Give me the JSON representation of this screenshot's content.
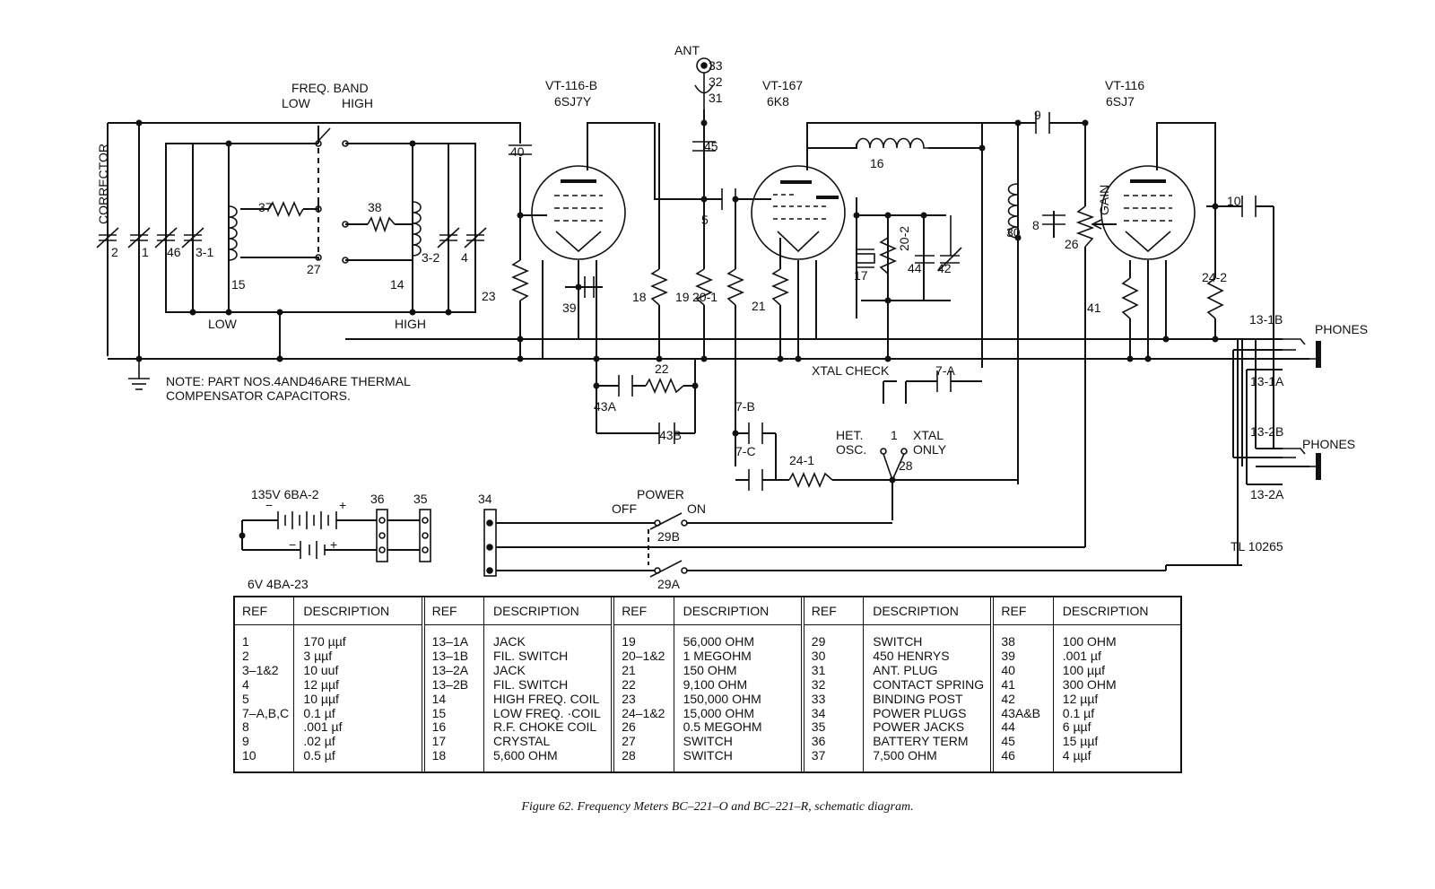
{
  "labels": {
    "corrector": "CORRECTOR",
    "freq_band": "FREQ. BAND",
    "low_sw": "LOW",
    "high_sw": "HIGH",
    "low_bus": "LOW",
    "high_bus": "HIGH",
    "ant": "ANT",
    "vt116b": "VT-116-B",
    "sj7y": "6SJ7Y",
    "vt167": "VT-167",
    "k8": "6K8",
    "vt116": "VT-116",
    "sj7": "6SJ7",
    "gain": "GAIN",
    "xtal_check": "XTAL CHECK",
    "het_osc": "HET.",
    "osc": "OSC.",
    "xtal": "XTAL",
    "only": "ONLY",
    "power": "POWER",
    "off": "OFF",
    "on": "ON",
    "phones1": "PHONES",
    "phones2": "PHONES",
    "bat135": "135V 6BA-2",
    "bat6": "6V 4BA-23",
    "tl": "TL 10265",
    "note_line1": "NOTE: PART NOS.4AND46ARE THERMAL",
    "note_line2": "COMPENSATOR CAPACITORS."
  },
  "part_numbers": {
    "p2": "2",
    "p1": "1",
    "p46": "46",
    "p3_1": "3-1",
    "p37": "37",
    "p38": "38",
    "p27": "27",
    "p15": "15",
    "p14": "14",
    "p3_2": "3-2",
    "p4": "4",
    "p40": "40",
    "p23": "23",
    "p39": "39",
    "p33": "33",
    "p32": "32",
    "p31": "31",
    "p45": "45",
    "p5": "5",
    "p18": "18",
    "p19": "19",
    "p20_1": "20-1",
    "p21": "21",
    "p16": "16",
    "p17": "17",
    "p20_2": "20-2",
    "p44": "44",
    "p42": "42",
    "p9": "9",
    "p30": "30",
    "p8": "8",
    "p26": "26",
    "p10": "10",
    "p24_2": "24-2",
    "p41": "41",
    "p22": "22",
    "p43a": "43A",
    "p43b": "43B",
    "p7a": "7-A",
    "p7b": "7-B",
    "p7c": "7-C",
    "p24_1": "24-1",
    "p28": "28",
    "p1sw": "1",
    "p13_1b": "13-1B",
    "p13_1a": "13-1A",
    "p13_2b": "13-2B",
    "p13_2a": "13-2A",
    "p36": "36",
    "p35": "35",
    "p34": "34",
    "p29b": "29B",
    "p29a": "29A"
  },
  "table": {
    "ref_header": "REF",
    "desc_header": "DESCRIPTION",
    "columns": [
      {
        "refs": [
          "1",
          "2",
          "3–1&2",
          "4",
          "5",
          "7–A,B,C",
          "8",
          "9",
          "10"
        ],
        "descs": [
          "170 µµf",
          "3 µµf",
          "10 uuf",
          "12 µµf",
          "10 µµf",
          "0.1 µf",
          ".001 µf",
          ".02 µf",
          "0.5 µf"
        ]
      },
      {
        "refs": [
          "13–1A",
          "13–1B",
          "13–2A",
          "13–2B",
          "14",
          "15",
          "16",
          "17",
          "18"
        ],
        "descs": [
          "JACK",
          "FIL. SWITCH",
          "JACK",
          "FIL. SWITCH",
          "HIGH FREQ. COIL",
          "LOW FREQ. ·COIL",
          "R.F. CHOKE COIL",
          "CRYSTAL",
          "5,600 OHM"
        ]
      },
      {
        "refs": [
          "19",
          "20–1&2",
          "21",
          "22",
          "23",
          "24–1&2",
          "26",
          "27",
          "28"
        ],
        "descs": [
          "56,000 OHM",
          "1 MEGOHM",
          "150 OHM",
          "9,100 OHM",
          "150,000 OHM",
          "15,000 OHM",
          "0.5 MEGOHM",
          "SWITCH",
          "SWITCH"
        ]
      },
      {
        "refs": [
          "29",
          "30",
          "31",
          "32",
          "33",
          "34",
          "35",
          "36",
          "37"
        ],
        "descs": [
          "SWITCH",
          "450 HENRYS",
          "ANT. PLUG",
          "CONTACT SPRING",
          "BINDING POST",
          "POWER PLUGS",
          "POWER JACKS",
          "BATTERY TERM",
          "7,500 OHM"
        ]
      },
      {
        "refs": [
          "38",
          "39",
          "40",
          "41",
          "42",
          "43A&B",
          "44",
          "45",
          "46"
        ],
        "descs": [
          "100 OHM",
          ".001 µf",
          "100 µµf",
          "300 OHM",
          "12 µµf",
          "0.1 µf",
          "6 µµf",
          "15 µµf",
          "4 µµf"
        ]
      }
    ]
  },
  "caption": "Figure 62.   Frequency Meters BC–221–O and BC–221–R, schematic diagram."
}
